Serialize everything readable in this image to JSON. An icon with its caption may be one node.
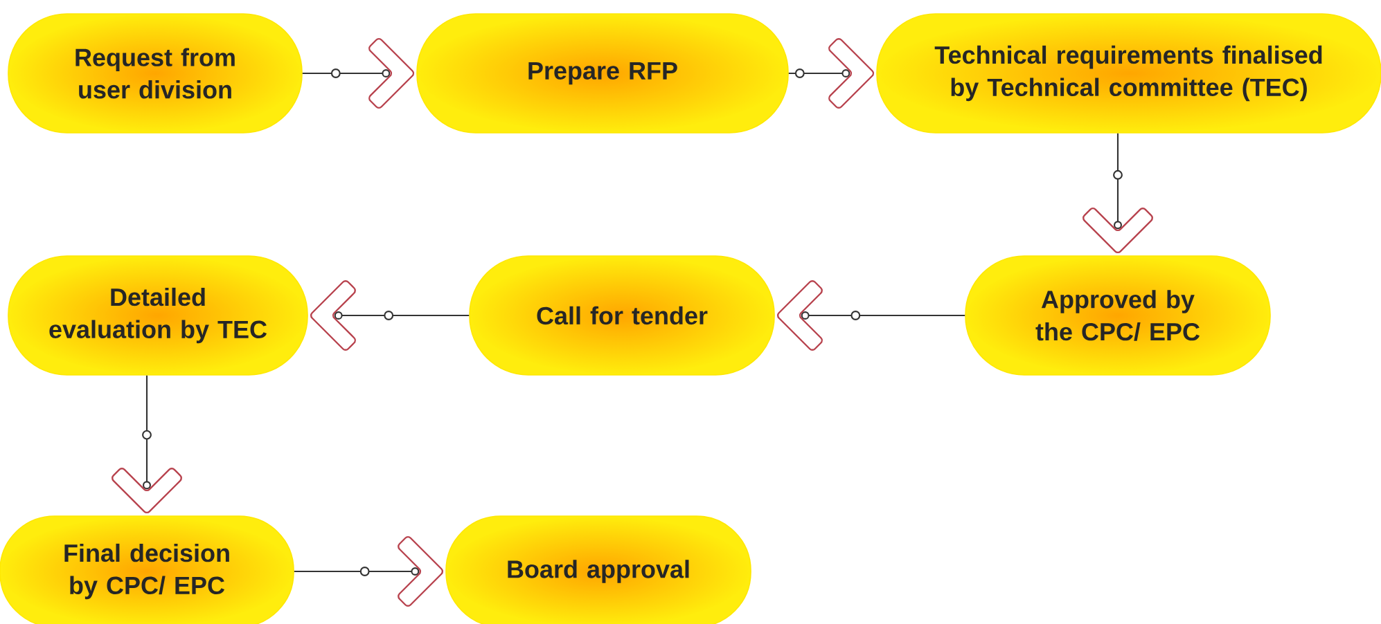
{
  "diagram": {
    "nodes": [
      {
        "text": [
          "Request from user division"
        ]
      },
      {
        "text": [
          "Prepare RFP"
        ]
      },
      {
        "text": [
          "Technical requirements finalised by Technical committee (TEC)"
        ]
      },
      {
        "text": [
          "Approved by the CPC/ EPC"
        ]
      },
      {
        "text": [
          "Call for tender"
        ]
      },
      {
        "text": [
          "Detailed evaluation by TEC"
        ]
      },
      {
        "text": [
          "Final decision by CPC/ EPC"
        ]
      },
      {
        "text": [
          "Board approval"
        ]
      }
    ],
    "edges": [
      {
        "from": 0,
        "to": 1,
        "arrow": "to"
      },
      {
        "from": 1,
        "to": 2,
        "arrow": "to"
      },
      {
        "from": 2,
        "to": 3,
        "arrow": "to"
      },
      {
        "from": 3,
        "to": 4,
        "arrow": "to"
      },
      {
        "from": 4,
        "to": 5,
        "arrow": "to"
      },
      {
        "from": 5,
        "to": 6,
        "arrow": "to"
      },
      {
        "from": 6,
        "to": 7,
        "arrow": "to"
      }
    ]
  }
}
